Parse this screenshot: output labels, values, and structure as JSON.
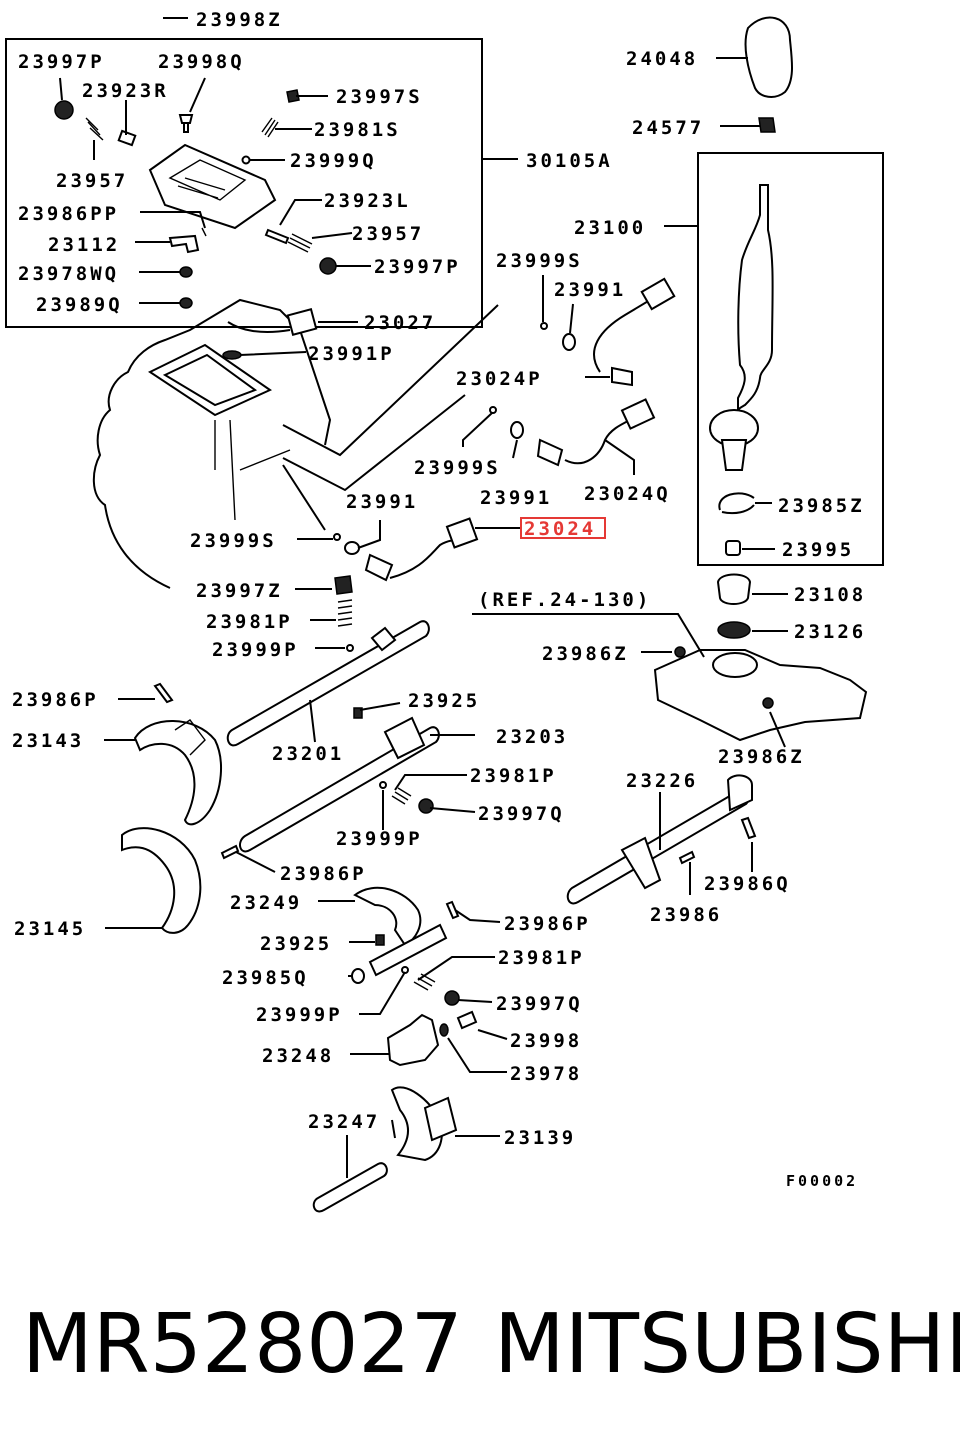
{
  "diagram": {
    "labels": [
      {
        "id": "l1",
        "text": "23998Z"
      },
      {
        "id": "l2",
        "text": "23997P"
      },
      {
        "id": "l3",
        "text": "23998Q"
      },
      {
        "id": "l4",
        "text": "23923R"
      },
      {
        "id": "l5",
        "text": "23997S"
      },
      {
        "id": "l6",
        "text": "23981S"
      },
      {
        "id": "l7",
        "text": "23999Q"
      },
      {
        "id": "l8",
        "text": "30105A"
      },
      {
        "id": "l9",
        "text": "23957"
      },
      {
        "id": "l10",
        "text": "23923L"
      },
      {
        "id": "l11",
        "text": "23986PP"
      },
      {
        "id": "l12",
        "text": "23957"
      },
      {
        "id": "l13",
        "text": "23112"
      },
      {
        "id": "l14",
        "text": "23978WQ"
      },
      {
        "id": "l15",
        "text": "23997P"
      },
      {
        "id": "l16",
        "text": "23989Q"
      },
      {
        "id": "l17",
        "text": "24048"
      },
      {
        "id": "l18",
        "text": "24577"
      },
      {
        "id": "l19",
        "text": "23100"
      },
      {
        "id": "l20",
        "text": "23999S"
      },
      {
        "id": "l21",
        "text": "23991"
      },
      {
        "id": "l22",
        "text": "23027"
      },
      {
        "id": "l23",
        "text": "23991P"
      },
      {
        "id": "l24",
        "text": "23024P"
      },
      {
        "id": "l25",
        "text": "23999S"
      },
      {
        "id": "l26",
        "text": "23991"
      },
      {
        "id": "l27",
        "text": "23024Q"
      },
      {
        "id": "l28",
        "text": "23985Z"
      },
      {
        "id": "l29",
        "text": "23991"
      },
      {
        "id": "l30",
        "text": "23024"
      },
      {
        "id": "l31",
        "text": "23999S"
      },
      {
        "id": "l32",
        "text": "23995"
      },
      {
        "id": "l33",
        "text": "23997Z"
      },
      {
        "id": "l34",
        "text": "23108"
      },
      {
        "id": "l35",
        "text": "(REF.24-130)"
      },
      {
        "id": "l36",
        "text": "23981P"
      },
      {
        "id": "l37",
        "text": "23126"
      },
      {
        "id": "l38",
        "text": "23999P"
      },
      {
        "id": "l39",
        "text": "23986Z"
      },
      {
        "id": "l40",
        "text": "23986P"
      },
      {
        "id": "l41",
        "text": "23925"
      },
      {
        "id": "l42",
        "text": "23143"
      },
      {
        "id": "l43",
        "text": "23203"
      },
      {
        "id": "l44",
        "text": "23201"
      },
      {
        "id": "l45",
        "text": "23986Z"
      },
      {
        "id": "l46",
        "text": "23981P"
      },
      {
        "id": "l47",
        "text": "23226"
      },
      {
        "id": "l48",
        "text": "23997Q"
      },
      {
        "id": "l49",
        "text": "23999P"
      },
      {
        "id": "l50",
        "text": "23986P"
      },
      {
        "id": "l51",
        "text": "23986Q"
      },
      {
        "id": "l52",
        "text": "23249"
      },
      {
        "id": "l53",
        "text": "23986"
      },
      {
        "id": "l54",
        "text": "23145"
      },
      {
        "id": "l55",
        "text": "23986P"
      },
      {
        "id": "l56",
        "text": "23925"
      },
      {
        "id": "l57",
        "text": "23981P"
      },
      {
        "id": "l58",
        "text": "23985Q"
      },
      {
        "id": "l59",
        "text": "23997Q"
      },
      {
        "id": "l60",
        "text": "23999P"
      },
      {
        "id": "l61",
        "text": "23998"
      },
      {
        "id": "l62",
        "text": "23248"
      },
      {
        "id": "l63",
        "text": "23978"
      },
      {
        "id": "l64",
        "text": "23247"
      },
      {
        "id": "l65",
        "text": "23139"
      }
    ],
    "figure_code": "F00002",
    "highlight_color": "#e53935"
  },
  "footer": {
    "part_number": "MR528027",
    "brand": "MITSUBISHI"
  }
}
